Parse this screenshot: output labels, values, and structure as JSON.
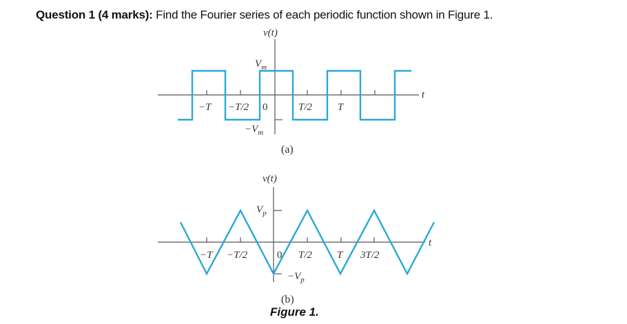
{
  "question": {
    "label": "Question 1 (4 marks):",
    "text": " Find the Fourier series of each periodic function shown in Figure 1."
  },
  "figure": {
    "caption": "Figure 1.",
    "line_color": "#29a8d8",
    "axis_color": "#555555"
  },
  "chart_data": [
    {
      "type": "line",
      "name": "square-wave",
      "title": "(a)",
      "ylabel": "v(t)",
      "xlabel": "t",
      "x_tick_labels": [
        "-T",
        "-T/2",
        "0",
        "T/2",
        "T"
      ],
      "y_tick_labels": [
        "V_m",
        "-V_m"
      ],
      "x": [
        "-5T/4",
        "-3T/4",
        "-T/4",
        "T/4",
        "3T/4",
        "5T/4",
        "7T/4"
      ],
      "description": "Square wave of period T, amplitude V_m, high (+V_m) for -T/4 < t < T/4, low (-V_m) for T/4 < t < 3T/4 (even function)",
      "values": [
        1,
        -1,
        1,
        -1,
        1,
        -1,
        1
      ],
      "ylim": [
        "-V_m",
        "V_m"
      ],
      "grid": false
    },
    {
      "type": "line",
      "name": "triangle-wave",
      "title": "(b)",
      "ylabel": "v(t)",
      "xlabel": "t",
      "x_tick_labels": [
        "-T",
        "-T/2",
        "0",
        "T/2",
        "T",
        "3T/2"
      ],
      "y_tick_labels": [
        "V_p",
        "-V_p"
      ],
      "x": [
        "-T",
        "-T/2",
        "0",
        "T/2",
        "T",
        "3T/2",
        "2T"
      ],
      "description": "Triangle wave of period T, peak V_p at t = T/2 + nT, trough -V_p at t = nT",
      "values": [
        -1,
        1,
        -1,
        1,
        -1,
        1,
        -1
      ],
      "ylim": [
        "-V_p",
        "V_p"
      ],
      "grid": false
    }
  ],
  "labels_a": {
    "vt": "v(t)",
    "vm": "V",
    "vm_sub": "m",
    "neg_vm": "−V",
    "neg_vm_sub": "m",
    "t": "t",
    "negT": "−T",
    "negT2": "−T/2",
    "zero": "0",
    "T2": "T/2",
    "T": "T",
    "sub": "(a)"
  },
  "labels_b": {
    "vt": "v(t)",
    "vp": "V",
    "vp_sub": "p",
    "neg_vp": "−V",
    "neg_vp_sub": "p",
    "t": "t",
    "negT": "−T",
    "negT2": "−T/2",
    "zero": "0",
    "T2": "T/2",
    "T": "T",
    "T32": "3T/2",
    "sub": "(b)"
  }
}
